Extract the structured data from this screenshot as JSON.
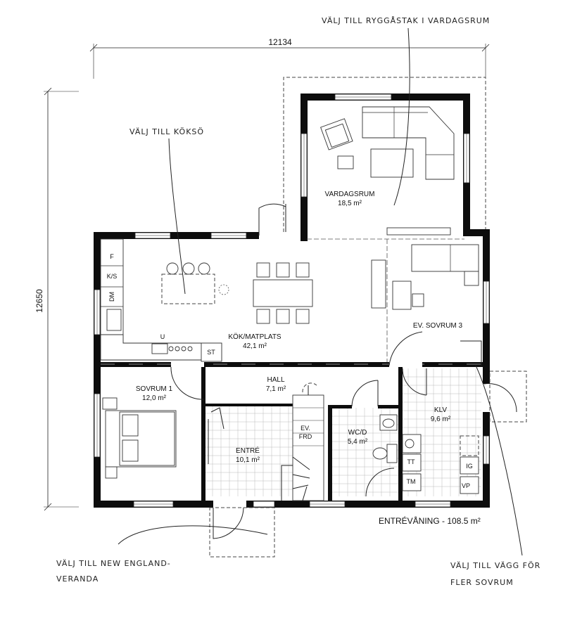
{
  "annotations": {
    "ridge_roof": "VÄLJ TILL RYGGÅSTAK I VARDAGSRUM",
    "kitchen_island": "VÄLJ TILL KÖKSÖ",
    "veranda_line1": "VÄLJ TILL NEW ENGLAND-",
    "veranda_line2": "VERANDA",
    "wall_line1": "VÄLJ TILL VÄGG FÖR",
    "wall_line2": "FLER SOVRUM"
  },
  "dimensions": {
    "width": "12134",
    "height": "12650"
  },
  "rooms": {
    "living": {
      "name": "VARDAGSRUM",
      "area": "18,5 m²"
    },
    "kitchen": {
      "name": "KÖK/MATPLATS",
      "area": "42,1 m²"
    },
    "bedroom3": {
      "name": "EV. SOVRUM 3"
    },
    "bedroom1": {
      "name": "SOVRUM 1",
      "area": "12,0 m²"
    },
    "hall": {
      "name": "HALL",
      "area": "7,1 m²"
    },
    "entry": {
      "name": "ENTRÉ",
      "area": "10,1 m²"
    },
    "wc": {
      "name": "WC/D",
      "area": "5,4 m²"
    },
    "utility": {
      "name": "KLV",
      "area": "9,6 m²"
    },
    "stairs_line1": "EV.",
    "stairs_line2": "FRD"
  },
  "appliances": {
    "fridge": "F",
    "kfreezer": "K/S",
    "dishwasher": "DM",
    "oven": "U",
    "stove": "ST",
    "washer": "TT",
    "dryer": "TM",
    "ig": "IG",
    "vp": "VP"
  },
  "footer": {
    "floor_label": "ENTRÉVÅNING - 108.5 m²"
  }
}
